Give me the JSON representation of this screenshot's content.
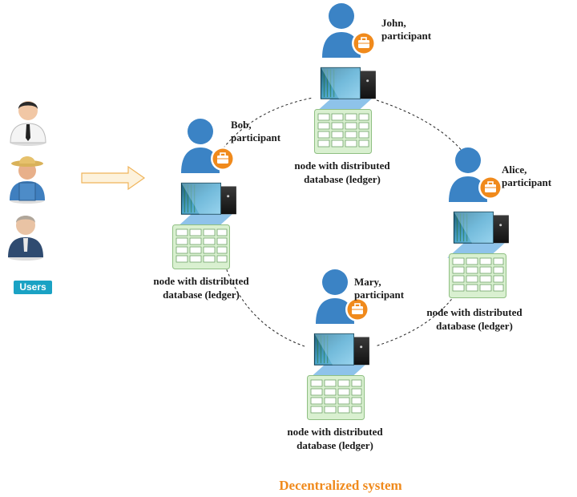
{
  "title": "Decentralized system",
  "users_label": "Users",
  "participants": [
    {
      "id": "john",
      "name": "John,",
      "role": "participant"
    },
    {
      "id": "bob",
      "name": "Bob,",
      "role": "participant"
    },
    {
      "id": "alice",
      "name": "Alice,",
      "role": "participant"
    },
    {
      "id": "mary",
      "name": "Mary,",
      "role": "participant"
    }
  ],
  "node_label_line1": "node with distributed",
  "node_label_line2": "database (ledger)",
  "colors": {
    "accent": "#f08a1c",
    "users_badge": "#1aa2c4",
    "person": "#3b83c5",
    "ledger": "#d9f0d0"
  }
}
